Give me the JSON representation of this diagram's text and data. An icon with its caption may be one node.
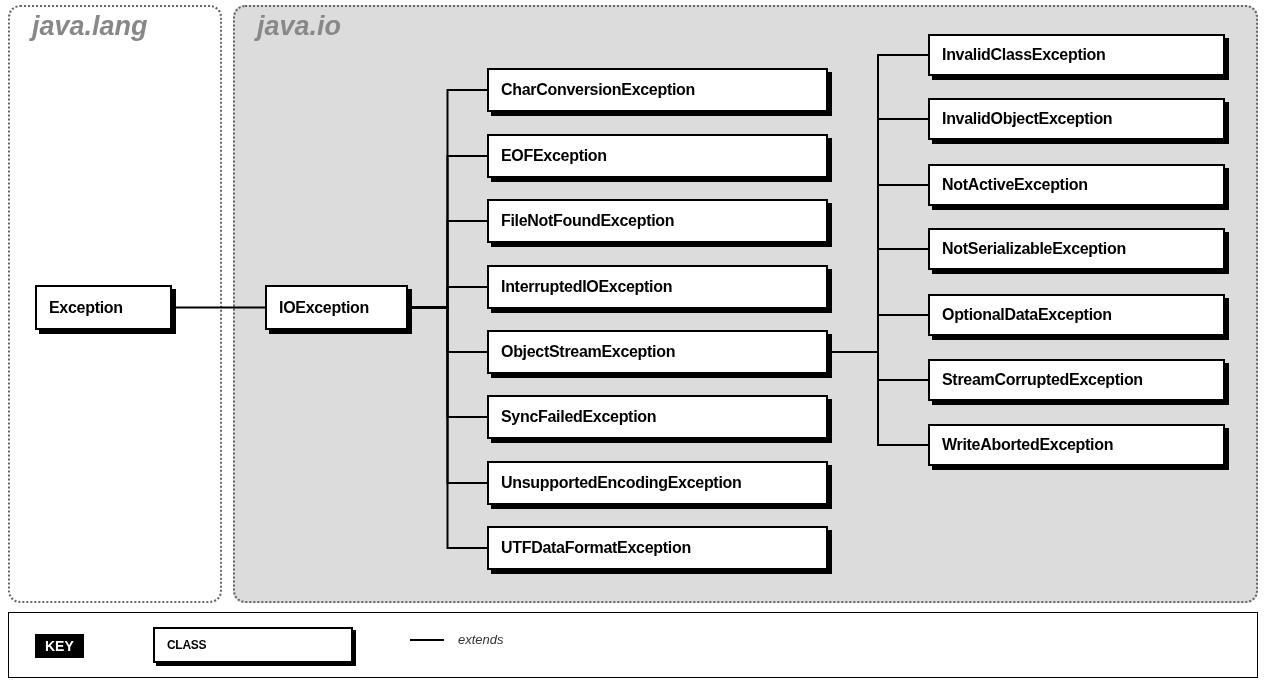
{
  "diagram": {
    "nodes": [
      {
        "text": [
          "java.lang"
        ]
      },
      {
        "text": [
          "Exception"
        ],
        "in": 0
      },
      {
        "text": [
          "java.io"
        ]
      },
      {
        "text": [
          "IOException"
        ],
        "in": 2
      },
      {
        "text": [
          "CharConversionException"
        ],
        "in": 2
      },
      {
        "text": [
          "EOFException"
        ],
        "in": 2
      },
      {
        "text": [
          "FileNotFoundException"
        ],
        "in": 2
      },
      {
        "text": [
          "InterruptedIOException"
        ],
        "in": 2
      },
      {
        "text": [
          "ObjectStreamException"
        ],
        "in": 2
      },
      {
        "text": [
          "SyncFailedException"
        ],
        "in": 2
      },
      {
        "text": [
          "UnsupportedEncodingException"
        ],
        "in": 2
      },
      {
        "text": [
          "UTFDataFormatException"
        ],
        "in": 2
      },
      {
        "text": [
          "InvalidClassException"
        ],
        "in": 2
      },
      {
        "text": [
          "InvalidObjectException"
        ],
        "in": 2
      },
      {
        "text": [
          "NotActiveException"
        ],
        "in": 2
      },
      {
        "text": [
          "NotSerializableException"
        ],
        "in": 2
      },
      {
        "text": [
          "OptionalDataException"
        ],
        "in": 2
      },
      {
        "text": [
          "StreamCorruptedException"
        ],
        "in": 2
      },
      {
        "text": [
          "WriteAbortedException"
        ],
        "in": 2
      },
      {
        "text": [
          "CLASS"
        ]
      }
    ],
    "edges": [
      {
        "from": 1,
        "to": 3,
        "arrow": "none"
      },
      {
        "from": 3,
        "to": 4,
        "arrow": "none"
      },
      {
        "from": 3,
        "to": 5,
        "arrow": "none"
      },
      {
        "from": 3,
        "to": 6,
        "arrow": "none"
      },
      {
        "from": 3,
        "to": 7,
        "arrow": "none"
      },
      {
        "from": 3,
        "to": 8,
        "arrow": "none"
      },
      {
        "from": 3,
        "to": 9,
        "arrow": "none"
      },
      {
        "from": 3,
        "to": 10,
        "arrow": "none"
      },
      {
        "from": 3,
        "to": 11,
        "arrow": "none"
      },
      {
        "from": 8,
        "to": 12,
        "arrow": "none"
      },
      {
        "from": 8,
        "to": 13,
        "arrow": "none"
      },
      {
        "from": 8,
        "to": 14,
        "arrow": "none"
      },
      {
        "from": 8,
        "to": 15,
        "arrow": "none"
      },
      {
        "from": 8,
        "to": 16,
        "arrow": "none"
      },
      {
        "from": 8,
        "to": 17,
        "arrow": "none"
      },
      {
        "from": 8,
        "to": 18,
        "arrow": "none"
      }
    ],
    "labels": [
      "KEY"
    ],
    "legend": [
      {
        "text": "extends"
      }
    ]
  }
}
